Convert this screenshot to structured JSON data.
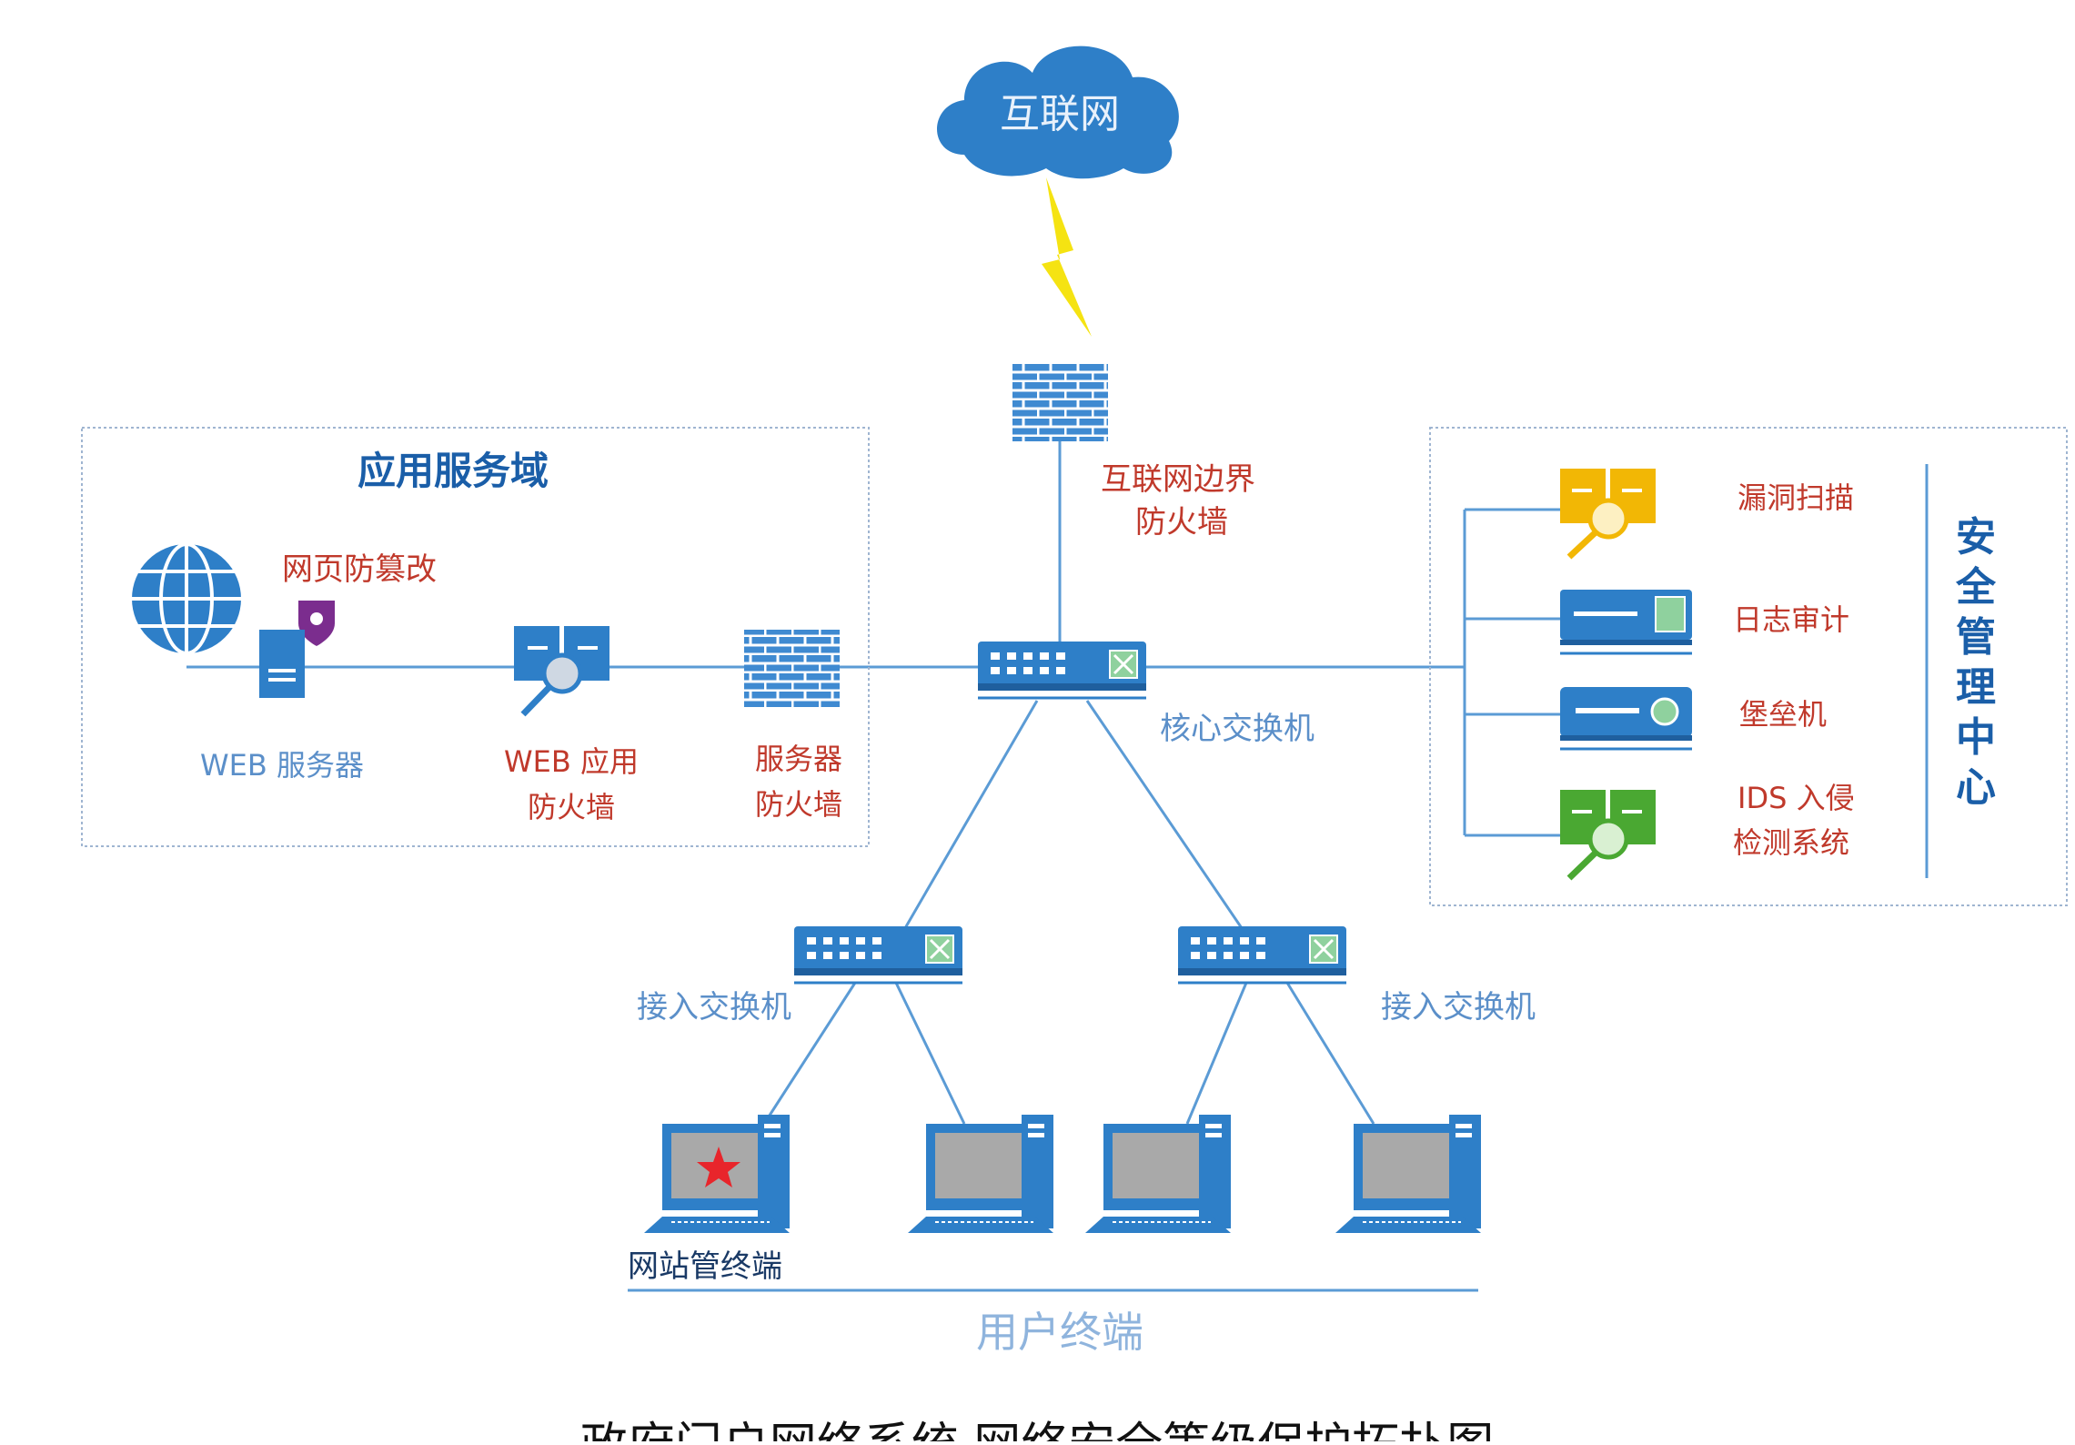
{
  "labels": {
    "cloud": "互联网",
    "border_firewall_line1": "互联网边界",
    "border_firewall_line2": "防火墙",
    "app_domain_title": "应用服务域",
    "web_tamper": "网页防篡改",
    "web_server": "WEB 服务器",
    "waf_line1": "WEB 应用",
    "waf_line2": "防火墙",
    "server_fw_line1": "服务器",
    "server_fw_line2": "防火墙",
    "core_switch": "核心交换机",
    "access_switch_left": "接入交换机",
    "access_switch_right": "接入交换机",
    "admin_terminal": "网站管终端",
    "user_terminals": "用户终端",
    "caption": "政府门户网络系统 网络安全等级保护拓扑图"
  },
  "security_center": {
    "title_chars": [
      "安",
      "全",
      "管",
      "理",
      "中",
      "心"
    ],
    "items": [
      {
        "label": "漏洞扫描"
      },
      {
        "label": "日志审计"
      },
      {
        "label": "堡垒机"
      },
      {
        "label_line1": "IDS 入侵",
        "label_line2": "检测系统"
      }
    ]
  },
  "colors": {
    "accent_blue": "#2e7fc8",
    "line_blue": "#5b9bd5",
    "label_red": "#c0392b",
    "label_blue": "#5b8fc9",
    "title_blue": "#1a5ea8",
    "scan_yellow": "#f2b705",
    "ids_green": "#4aa832",
    "lightning": "#f5e312",
    "tamper_purple": "#7b2d8e"
  },
  "icons": [
    "cloud-icon",
    "lightning-icon",
    "firewall-icon",
    "globe-icon",
    "server-icon",
    "shield-icon",
    "waf-icon",
    "switch-icon",
    "scanner-icon",
    "log-audit-icon",
    "bastion-icon",
    "ids-icon",
    "computer-icon",
    "star-icon"
  ]
}
